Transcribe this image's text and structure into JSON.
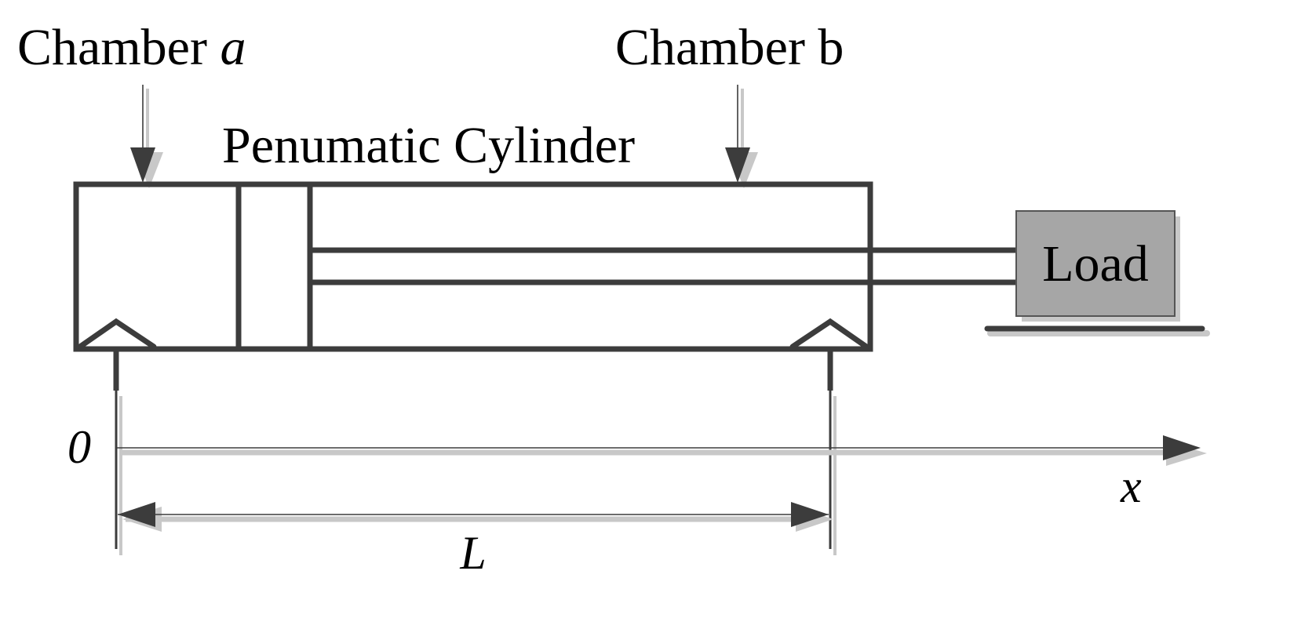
{
  "labels": {
    "chamber_a_prefix": "Chamber ",
    "chamber_a_var": "a",
    "chamber_b": "Chamber b",
    "cylinder": "Penumatic Cylinder",
    "load": "Load",
    "origin": "0",
    "x_axis": "x",
    "length": "L"
  },
  "colors": {
    "outline": "#3c3c3c",
    "shadow": "#c8c8c8",
    "load_fill": "#a6a6a6",
    "background": "#ffffff"
  }
}
